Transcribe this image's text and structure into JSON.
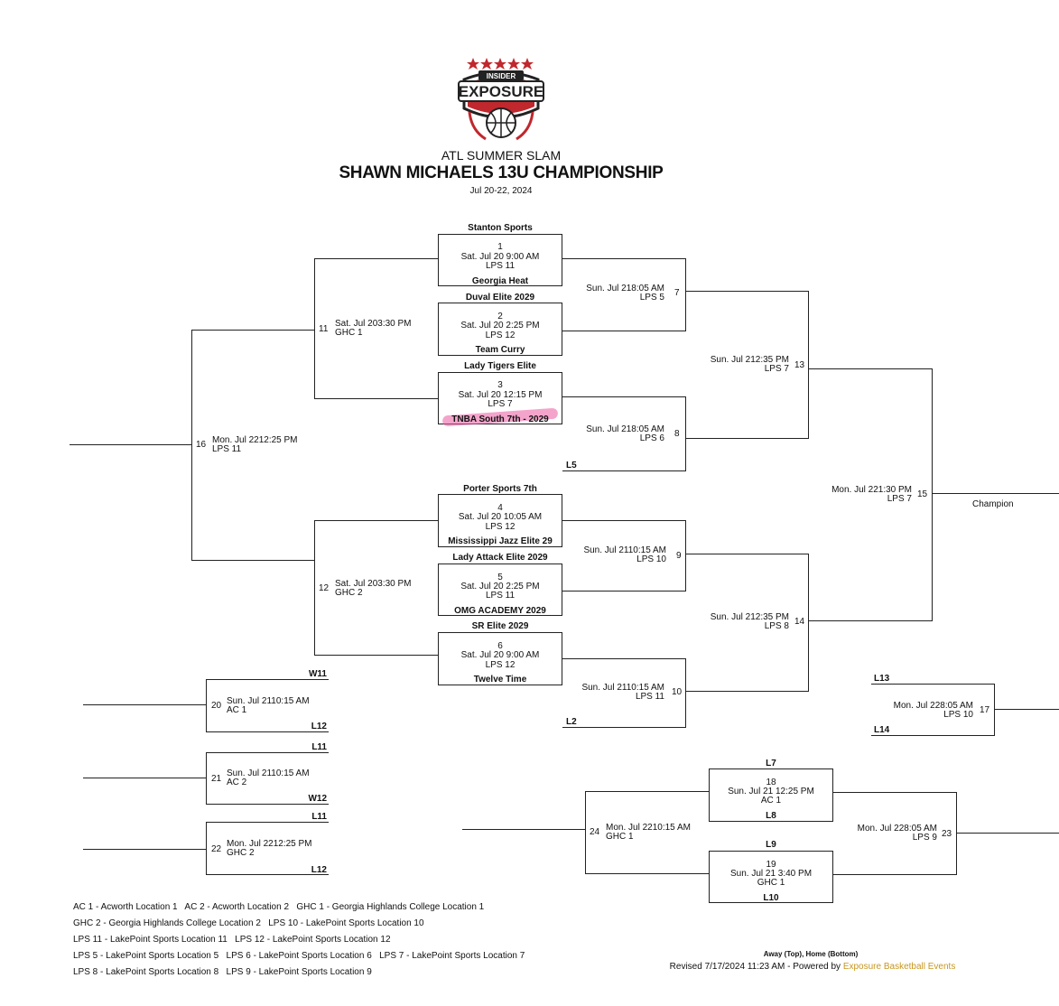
{
  "header": {
    "logo_top": "INSIDER",
    "logo_main": "EXPOSURE",
    "event": "ATL SUMMER SLAM",
    "division": "SHAWN MICHAELS 13U CHAMPIONSHIP",
    "dates": "Jul 20-22, 2024"
  },
  "games": {
    "g1": {
      "num": "1",
      "date": "Sat. Jul 20 9:00 AM",
      "loc": "LPS 11",
      "top": "Stanton Sports",
      "bottom": "Georgia Heat"
    },
    "g2": {
      "num": "2",
      "date": "Sat. Jul 20 2:25 PM",
      "loc": "LPS 12",
      "top": "Duval Elite 2029",
      "bottom": "Team Curry"
    },
    "g3": {
      "num": "3",
      "date": "Sat. Jul 20 12:15 PM",
      "loc": "LPS 7",
      "top": "Lady Tigers Elite",
      "bottom": "TNBA South 7th - 2029"
    },
    "g4": {
      "num": "4",
      "date": "Sat. Jul 20 10:05 AM",
      "loc": "LPS 12",
      "top": "Porter Sports 7th",
      "bottom": "Mississippi Jazz Elite 29"
    },
    "g5": {
      "num": "5",
      "date": "Sat. Jul 20 2:25 PM",
      "loc": "LPS 11",
      "top": "Lady Attack Elite 2029",
      "bottom": "OMG ACADEMY 2029"
    },
    "g6": {
      "num": "6",
      "date": "Sat. Jul 20 9:00 AM",
      "loc": "LPS 12",
      "top": "SR Elite 2029",
      "bottom": "Twelve Time"
    },
    "g7": {
      "num": "7",
      "date": "Sun. Jul 218:05 AM",
      "loc": "LPS 5"
    },
    "g8": {
      "num": "8",
      "date": "Sun. Jul 218:05 AM",
      "loc": "LPS 6",
      "label": "L5"
    },
    "g9": {
      "num": "9",
      "date": "Sun. Jul 2110:15 AM",
      "loc": "LPS 10"
    },
    "g10": {
      "num": "10",
      "date": "Sun. Jul 2110:15 AM",
      "loc": "LPS 11",
      "label": "L2"
    },
    "g11": {
      "num": "11",
      "date": "Sat. Jul 203:30 PM",
      "loc": "GHC 1"
    },
    "g12": {
      "num": "12",
      "date": "Sat. Jul 203:30 PM",
      "loc": "GHC 2"
    },
    "g13": {
      "num": "13",
      "date": "Sun. Jul 212:35 PM",
      "loc": "LPS 7"
    },
    "g14": {
      "num": "14",
      "date": "Sun. Jul 212:35 PM",
      "loc": "LPS 8"
    },
    "g15": {
      "num": "15",
      "date": "Mon. Jul 221:30 PM",
      "loc": "LPS 7",
      "winner": "Champion"
    },
    "g16": {
      "num": "16",
      "date": "Mon. Jul 2212:25 PM",
      "loc": "LPS 11"
    },
    "g17": {
      "num": "17",
      "date": "Mon. Jul 228:05 AM",
      "loc": "LPS 10",
      "top": "L13",
      "bottom": "L14"
    },
    "g18": {
      "num": "18",
      "date": "Sun. Jul 21 12:25 PM",
      "loc": "AC 1",
      "top": "L7",
      "bottom": "L8"
    },
    "g19": {
      "num": "19",
      "date": "Sun. Jul 21 3:40 PM",
      "loc": "GHC 1",
      "top": "L9",
      "bottom": "L10"
    },
    "g20": {
      "num": "20",
      "date": "Sun. Jul 2110:15 AM",
      "loc": "AC 1",
      "top": "W11",
      "bottom": "L12"
    },
    "g21": {
      "num": "21",
      "date": "Sun. Jul 2110:15 AM",
      "loc": "AC 2",
      "top": "L11",
      "bottom": "W12"
    },
    "g22": {
      "num": "22",
      "date": "Mon. Jul 2212:25 PM",
      "loc": "GHC 2",
      "top": "L11",
      "bottom": "L12"
    },
    "g23": {
      "num": "23",
      "date": "Mon. Jul 228:05 AM",
      "loc": "LPS 9"
    },
    "g24": {
      "num": "24",
      "date": "Mon. Jul 2210:15 AM",
      "loc": "GHC 1"
    }
  },
  "legend": [
    "AC 1 - Acworth Location 1   AC 2 - Acworth Location 2   GHC 1 - Georgia Highlands College Location 1",
    "GHC 2 - Georgia Highlands College Location 2   LPS 10 - LakePoint Sports Location 10",
    "LPS 11 - LakePoint Sports Location 11   LPS 12 - LakePoint Sports Location 12",
    "LPS 5 - LakePoint Sports Location 5   LPS 6 - LakePoint Sports Location 6   LPS 7 - LakePoint Sports Location 7",
    "LPS 8 - LakePoint Sports Location 8   LPS 9 - LakePoint Sports Location 9"
  ],
  "footer": {
    "note": "Away (Top), Home (Bottom)",
    "revised": "Revised 7/17/2024 11:23 AM - Powered by ",
    "link": "Exposure Basketball Events",
    "link_color": "#c8961e"
  },
  "colors": {
    "logo_red": "#c0282d",
    "highlight": "#eb5aa0"
  }
}
